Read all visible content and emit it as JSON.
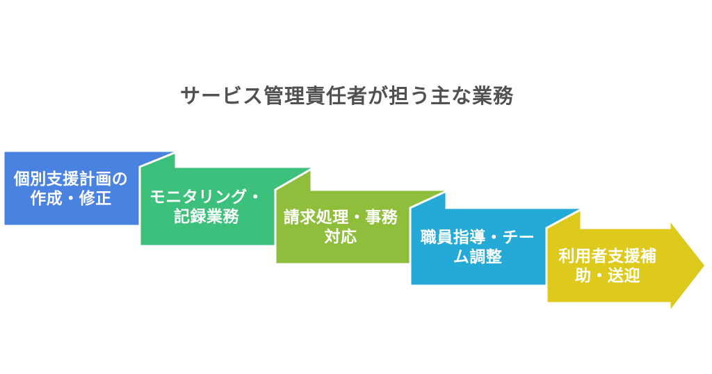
{
  "title": "サービス管理責任者が担う主な業務",
  "colors": {
    "background": "#ffffff",
    "title_text": "#515151",
    "step_text": "#ffffff",
    "shape_stroke": "#ffffff",
    "step1": "#4a82e2",
    "step2": "#3cc07c",
    "step3": "#8fbe3d",
    "step4": "#25a9d6",
    "step5": "#ddca1d"
  },
  "steps": [
    {
      "id": "individual-support-plan",
      "lines": [
        "個別支援計画の",
        "作成・修正"
      ],
      "color": "#4a82e2"
    },
    {
      "id": "monitoring-records",
      "lines": [
        "モニタリング・",
        "記録業務"
      ],
      "color": "#3cc07c"
    },
    {
      "id": "billing-admin",
      "lines": [
        "請求処理・事務",
        "対応"
      ],
      "color": "#8fbe3d"
    },
    {
      "id": "staff-guidance-team",
      "lines": [
        "職員指導・チー",
        "ム調整"
      ],
      "color": "#25a9d6"
    },
    {
      "id": "user-support-transport",
      "lines": [
        "利用者支援補",
        "助・送迎"
      ],
      "color": "#ddca1d"
    }
  ]
}
